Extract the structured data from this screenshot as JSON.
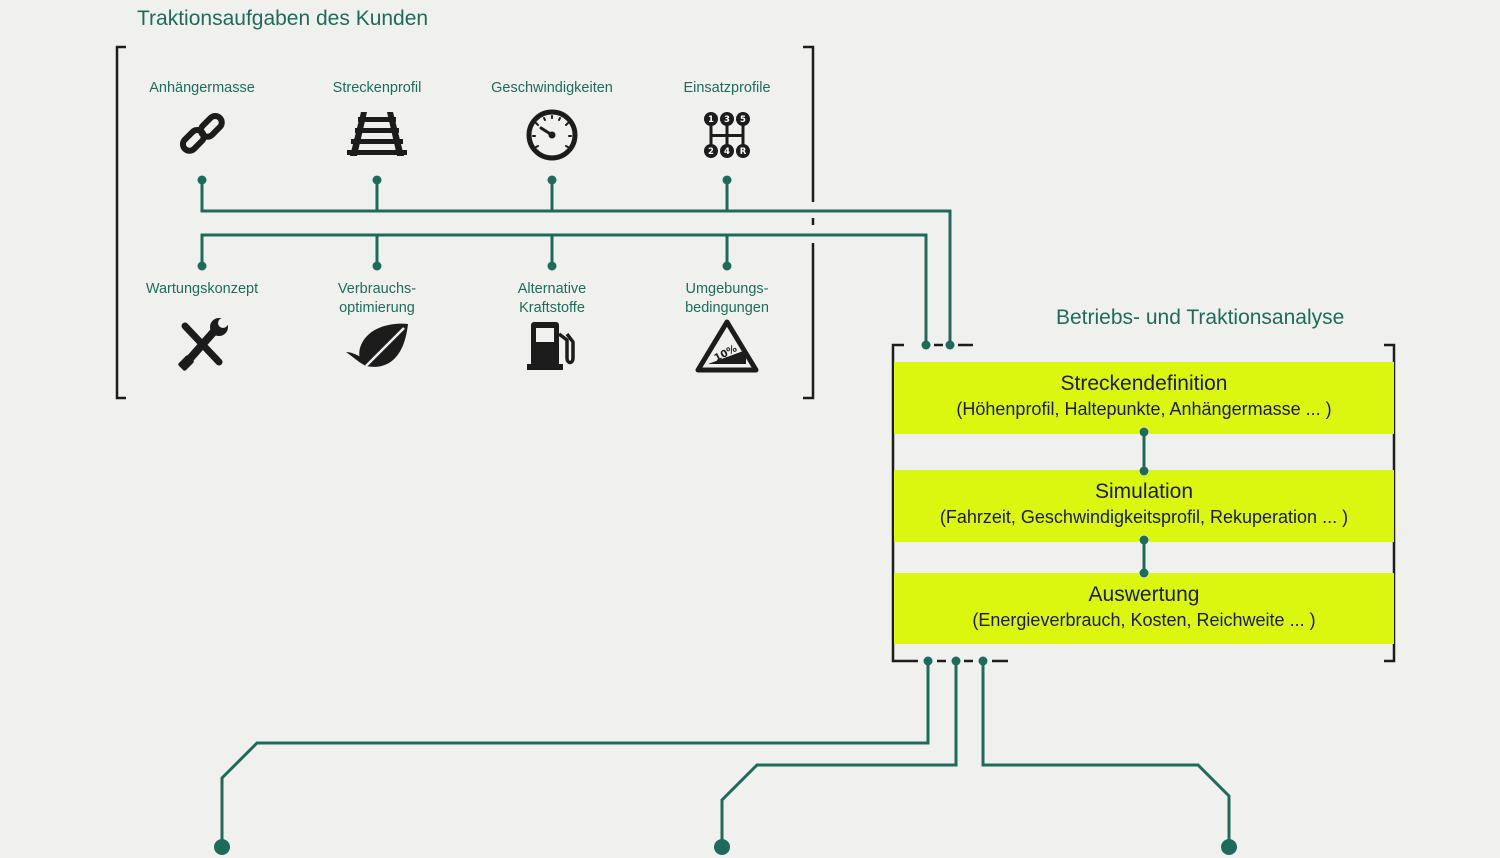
{
  "customer_tasks": {
    "title": "Traktionsaufgaben des Kunden",
    "top_row": [
      {
        "label": "Anhängermasse",
        "icon": "chain-link-icon"
      },
      {
        "label": "Streckenprofil",
        "icon": "railway-track-icon"
      },
      {
        "label": "Geschwindigkeiten",
        "icon": "speedometer-icon"
      },
      {
        "label": "Einsatzprofile",
        "icon": "gear-shift-pattern-icon",
        "gear_labels": [
          "1",
          "3",
          "5",
          "2",
          "4",
          "R"
        ]
      }
    ],
    "bottom_row": [
      {
        "label": "Wartungskonzept",
        "icon": "wrench-screwdriver-icon"
      },
      {
        "label": "Verbrauchs-\noptimierung",
        "icon": "leaf-icon"
      },
      {
        "label": "Alternative\nKraftstoffe",
        "icon": "fuel-pump-icon"
      },
      {
        "label": "Umgebungs-\nbedingungen",
        "icon": "gradient-warning-sign-icon",
        "sign_text": "10%"
      }
    ]
  },
  "analysis": {
    "title": "Betriebs- und Traktionsanalyse",
    "steps": [
      {
        "title": "Streckendefinition",
        "detail": "(Höhenprofil, Haltepunkte, Anhängermasse ... )"
      },
      {
        "title": "Simulation",
        "detail": "(Fahrzeit, Geschwindigkeitsprofil, Rekuperation ... )"
      },
      {
        "title": "Auswertung",
        "detail": "(Energieverbrauch, Kosten, Reichweite ... )"
      }
    ]
  },
  "colors": {
    "line": "#1e6b5b",
    "highlight": "#dbf70f",
    "background": "#f0f1ef",
    "bracket": "#1c1c1c",
    "icon": "#1c1c1c"
  }
}
